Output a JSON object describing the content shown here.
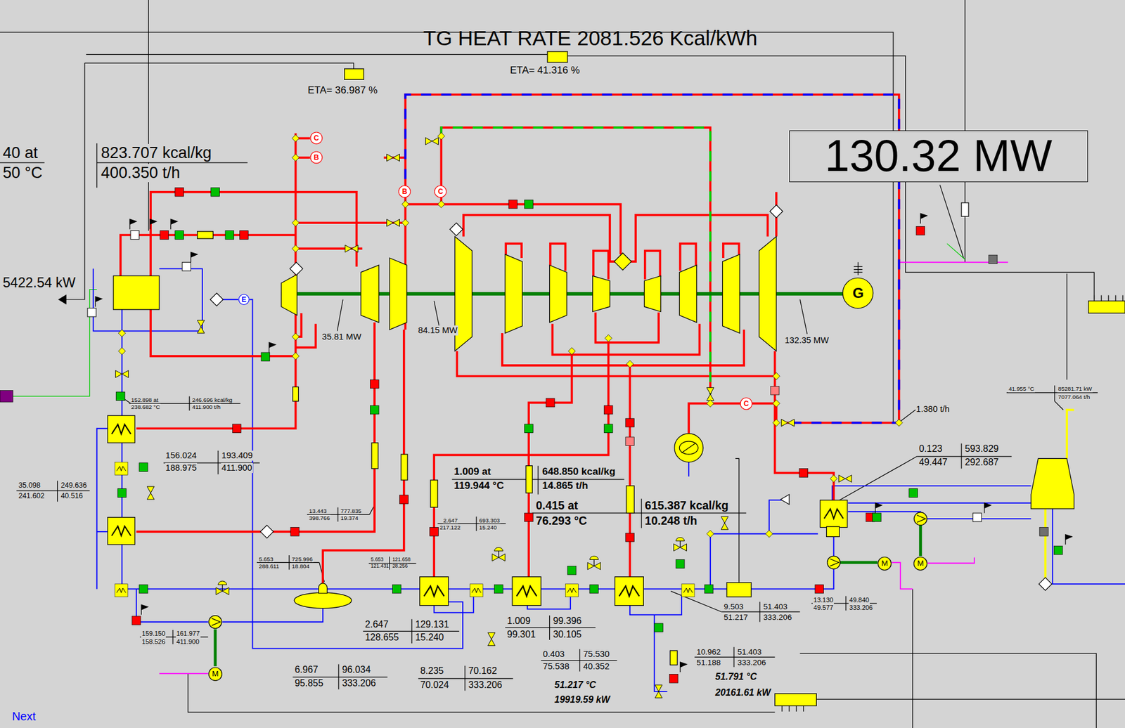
{
  "diagram": {
    "title": "TG HEAT RATE 2081.526 Kcal/kWh",
    "nodes": [
      {
        "text": [
          "130.32 MW"
        ]
      },
      {
        "text": [
          "C"
        ]
      },
      {
        "text": [
          "B"
        ]
      },
      {
        "text": [
          "B"
        ]
      },
      {
        "text": [
          "C"
        ]
      },
      {
        "text": [
          "E"
        ]
      },
      {
        "text": [
          "G"
        ]
      },
      {
        "text": [
          "C"
        ]
      },
      {
        "text": [
          "M"
        ]
      },
      {
        "text": [
          "M"
        ]
      },
      {
        "text": [
          "M"
        ]
      }
    ],
    "labels": [
      "ETA= 41.316 %",
      "ETA= 36.987 %",
      "40 at",
      "50 °C",
      "823.707 kcal/kg",
      "400.350 t/h",
      "5422.54 kW",
      "35.81 MW",
      "84.15 MW",
      "132.35 MW",
      "152.898 at",
      "246.696 kcal/kg",
      "238.682 °C",
      "411.900 t/h",
      "156.024",
      "193.409",
      "188.975",
      "411.900",
      "35.098",
      "249.636",
      "241.602",
      "40.516",
      "13.443",
      "777.835",
      "398.766",
      "19.374",
      "5.653",
      "725.996",
      "288.611",
      "18.804",
      "5.653",
      "121.658",
      "121.431",
      "28.256",
      "2.647",
      "693.303",
      "217.122",
      "15.240",
      "1.009 at",
      "119.944 °C",
      "648.850 kcal/kg",
      "14.865 t/h",
      "0.415 at",
      "76.293 °C",
      "615.387 kcal/kg",
      "10.248 t/h",
      "2.647",
      "129.131",
      "128.655",
      "15.240",
      "6.967",
      "96.034",
      "95.855",
      "333.206",
      "1.009",
      "99.396",
      "99.301",
      "30.105",
      "8.235",
      "70.162",
      "70.024",
      "333.206",
      "0.403",
      "75.530",
      "75.538",
      "40.352",
      "51.217 °C",
      "19919.59 kW",
      "10.962",
      "51.403",
      "51.188",
      "333.206",
      "51.791 °C",
      "20161.61 kW",
      "9.503",
      "51.403",
      "51.217",
      "333.206",
      "13.130",
      "49.840",
      "49.577",
      "333.206",
      "159.150",
      "161.977",
      "158.526",
      "411.900",
      "0.123",
      "593.829",
      "49.447",
      "292.687",
      "1.380 t/h",
      "41.955 °C",
      "85281.71 kW",
      "7077.064 t/h",
      "Next"
    ]
  }
}
